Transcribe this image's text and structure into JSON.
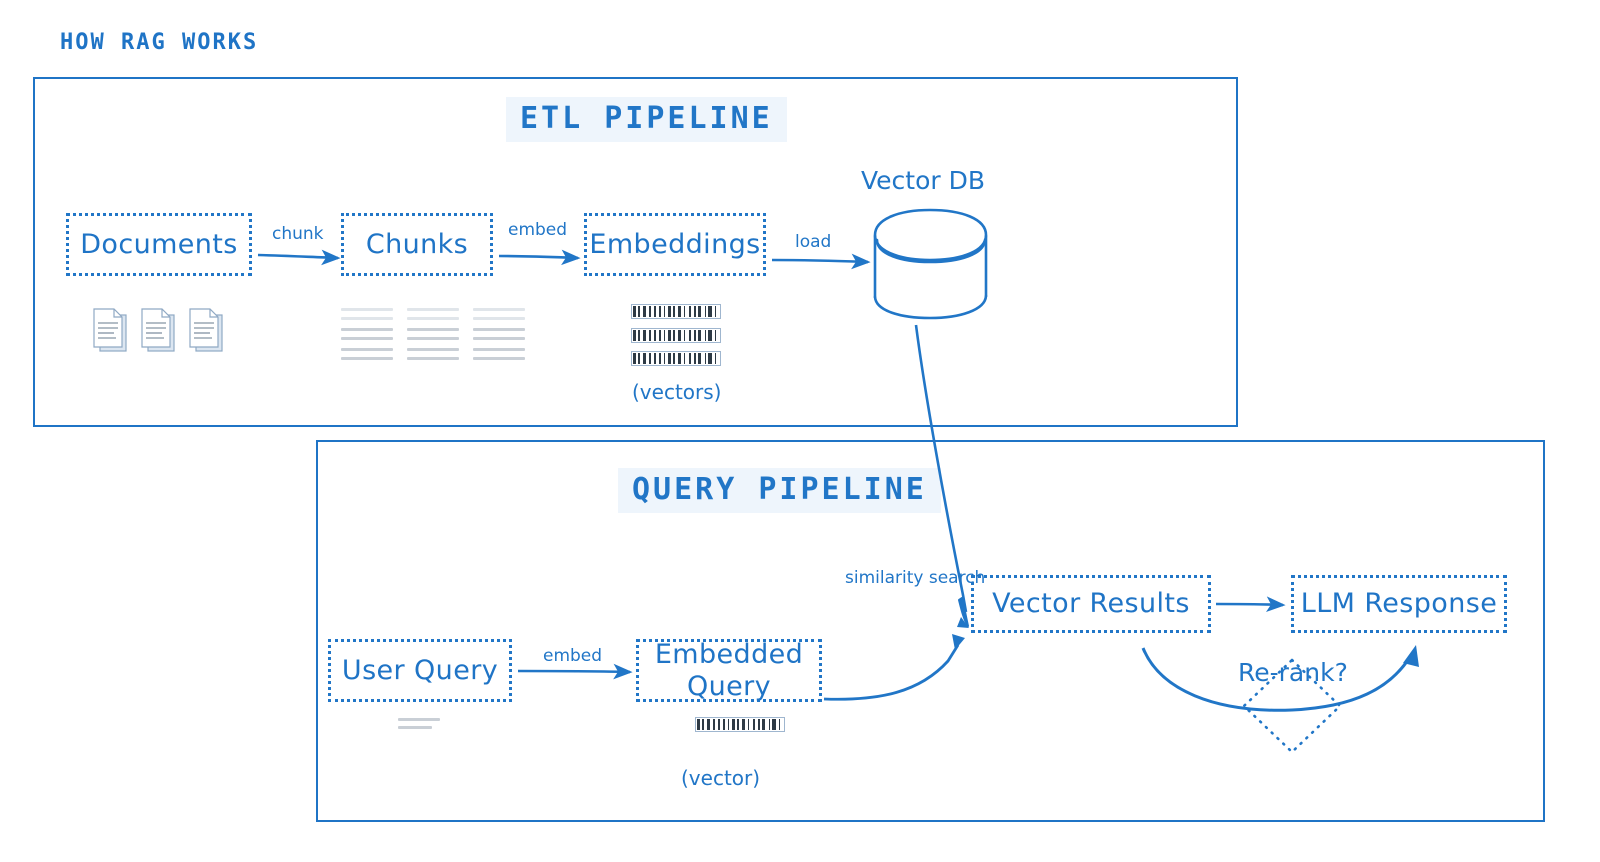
{
  "page": {
    "title": "HOW RAG WORKS",
    "accent_color": "#1f74c6",
    "header_highlight": "#eef5fc"
  },
  "etl_pipeline": {
    "header": "ETL PIPELINE",
    "nodes": [
      {
        "id": "documents",
        "label": "Documents"
      },
      {
        "id": "chunks",
        "label": "Chunks"
      },
      {
        "id": "embeddings",
        "label": "Embeddings"
      }
    ],
    "edge_labels": {
      "chunk": "chunk",
      "embed": "embed",
      "load": "load"
    },
    "vector_db_label": "Vector DB",
    "vectors_caption": "(vectors)"
  },
  "query_pipeline": {
    "header": "QUERY PIPELINE",
    "nodes": [
      {
        "id": "user-query",
        "label": "User Query"
      },
      {
        "id": "embedded-query",
        "label": "Embedded Query"
      },
      {
        "id": "vector-results",
        "label": "Vector Results"
      },
      {
        "id": "llm-response",
        "label": "LLM Response"
      }
    ],
    "edge_labels": {
      "embed": "embed",
      "similarity_search": "similarity search",
      "rerank": "Re-rank?"
    },
    "vector_caption": "(vector)"
  },
  "icons": {
    "document": "document-stack-icon",
    "cylinder": "database-cylinder-icon",
    "vector_strip": "vector-bars-icon",
    "diamond": "decision-diamond-icon"
  }
}
